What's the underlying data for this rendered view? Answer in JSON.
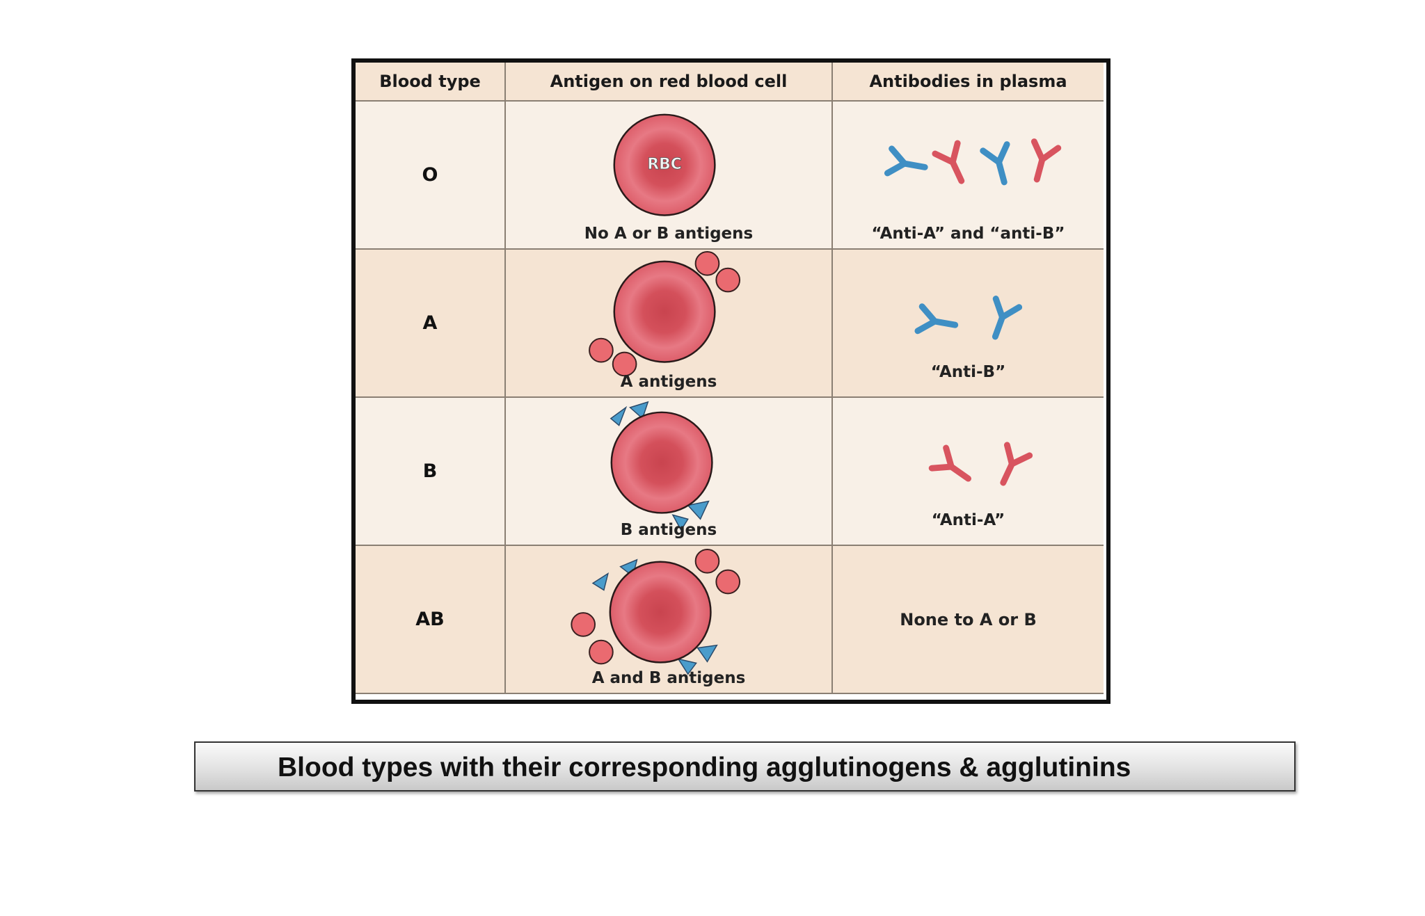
{
  "table": {
    "headers": {
      "blood_type": "Blood type",
      "antigen": "Antigen on red blood cell",
      "antibodies": "Antibodies in plasma"
    },
    "rows": [
      {
        "type": "O",
        "antigen_caption": "No A or B antigens",
        "cell_label": "RBC",
        "antibody_caption": "“Anti-A” and “anti-B”",
        "antibody_icons": [
          "anti-b-antibody-icon",
          "anti-a-antibody-icon",
          "anti-b-antibody-icon",
          "anti-a-antibody-icon"
        ]
      },
      {
        "type": "A",
        "antigen_caption": "A antigens",
        "antibody_caption": "“Anti-B”",
        "antibody_icons": [
          "anti-b-antibody-icon",
          "anti-b-antibody-icon"
        ]
      },
      {
        "type": "B",
        "antigen_caption": "B antigens",
        "antibody_caption": "“Anti-A”",
        "antibody_icons": [
          "anti-a-antibody-icon",
          "anti-a-antibody-icon"
        ]
      },
      {
        "type": "AB",
        "antigen_caption": "A and B antigens",
        "antibody_caption": "None to A or B",
        "antibody_icons": []
      }
    ]
  },
  "caption": "Blood types with their corresponding agglutinogens & agglutinins",
  "colors": {
    "rbc_fill": "#dd5e6a",
    "rbc_outline": "#2a1a1a",
    "a_antigen": "#ea6a70",
    "b_antigen": "#4a9ccb",
    "anti_a_antibody": "#d8545f",
    "anti_b_antibody": "#3f8fc4",
    "header_bg": "#f5e4d3",
    "row_light": "#f8f0e7",
    "row_dark": "#f5e4d3"
  }
}
